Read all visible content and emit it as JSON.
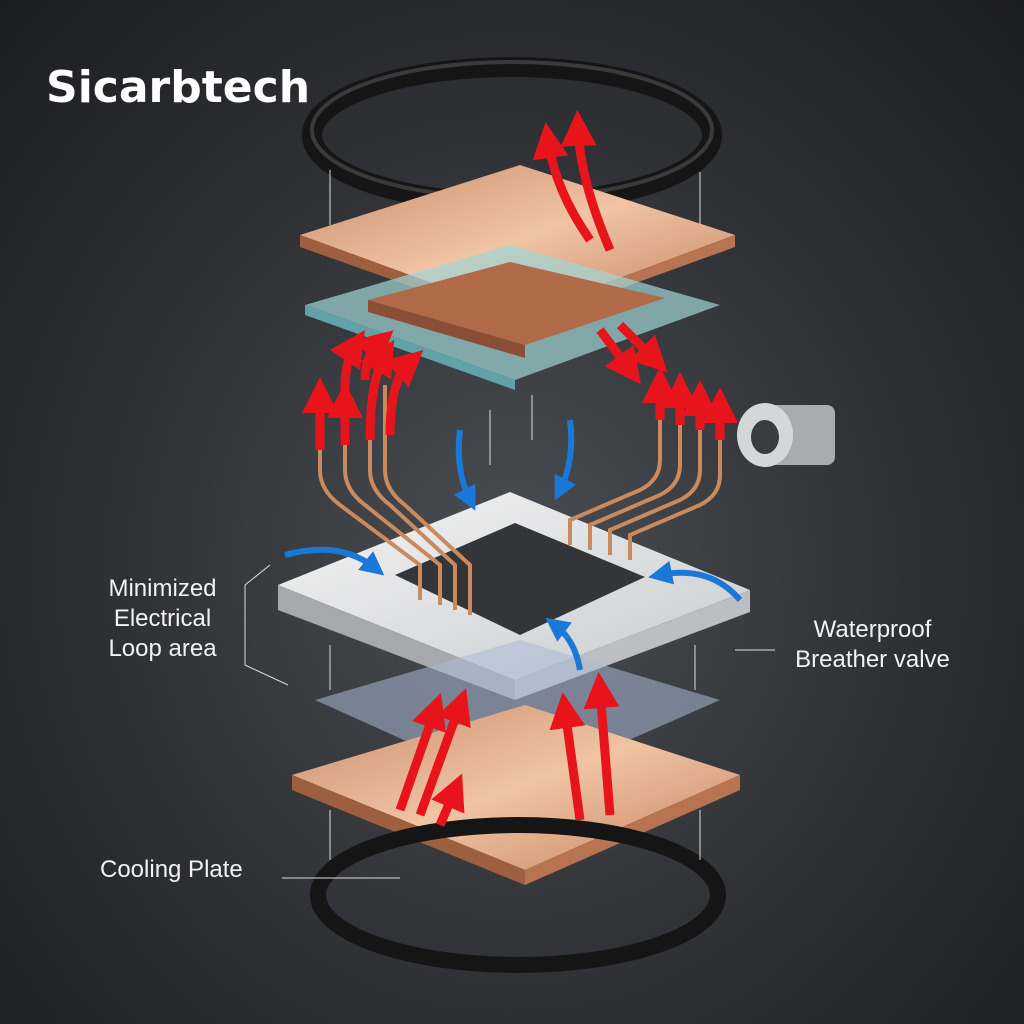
{
  "brand": "Sicarbtech",
  "labels": {
    "loop_line1": "Minimized",
    "loop_line2": "Electrical",
    "loop_line3": "Loop area",
    "valve_line1": "Waterproof",
    "valve_line2": "Breather valve",
    "cooling": "Cooling Plate"
  },
  "colors": {
    "heat_arrow": "#e8141b",
    "cool_arrow": "#1a78d8",
    "copper": "#d9a07a"
  }
}
